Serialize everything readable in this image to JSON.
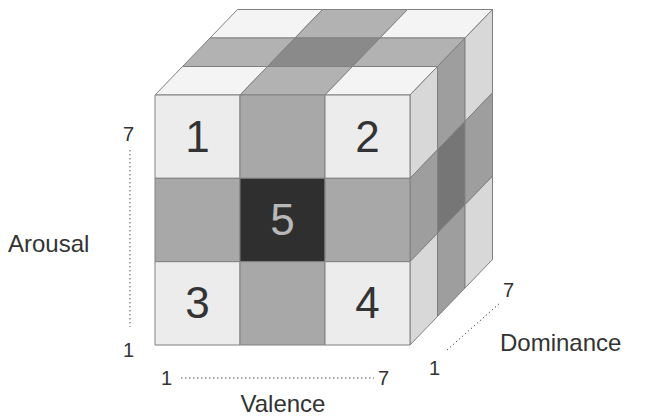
{
  "diagram": {
    "nodes": [
      {
        "text": [
          "1"
        ]
      },
      {
        "text": [
          "2"
        ]
      },
      {
        "text": [
          "3"
        ]
      },
      {
        "text": [
          "4"
        ]
      },
      {
        "text": [
          "5"
        ]
      }
    ],
    "labels": [
      "7",
      "1",
      "Arousal",
      "1",
      "7",
      "Valence",
      "7",
      "1",
      "Dominance"
    ]
  }
}
